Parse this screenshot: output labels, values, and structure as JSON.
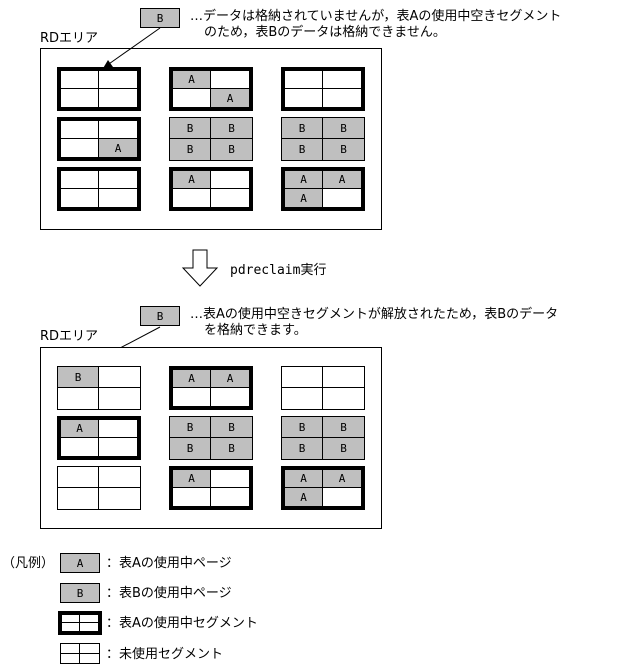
{
  "top": {
    "page_label": "B",
    "note_line1": "…データは格納されていませんが，表Aの使用中空きセグメント",
    "note_line2": "のため，表Bのデータは格納できません。",
    "area_label": "RDエリア",
    "segments": [
      {
        "thick": true,
        "cells": [
          "",
          "",
          "",
          ""
        ]
      },
      {
        "thick": true,
        "cells": [
          "A",
          "",
          "",
          "A"
        ]
      },
      {
        "thick": true,
        "cells": [
          "",
          "",
          "",
          ""
        ]
      },
      {
        "thick": true,
        "cells": [
          "",
          "",
          "",
          "A"
        ]
      },
      {
        "thick": false,
        "cells": [
          "B",
          "B",
          "B",
          "B"
        ]
      },
      {
        "thick": false,
        "cells": [
          "B",
          "B",
          "B",
          "B"
        ]
      },
      {
        "thick": true,
        "cells": [
          "",
          "",
          "",
          ""
        ]
      },
      {
        "thick": true,
        "cells": [
          "A",
          "",
          "",
          ""
        ]
      },
      {
        "thick": true,
        "cells": [
          "A",
          "A",
          "A",
          ""
        ]
      }
    ]
  },
  "transition": {
    "label": "pdreclaim実行"
  },
  "bottom": {
    "page_label": "B",
    "note_line1": "…表Aの使用中空きセグメントが解放されたため，表Bのデータ",
    "note_line2": "を格納できます。",
    "area_label": "RDエリア",
    "segments": [
      {
        "thick": false,
        "cells": [
          "B",
          "",
          "",
          ""
        ]
      },
      {
        "thick": true,
        "cells": [
          "A",
          "A",
          "",
          ""
        ]
      },
      {
        "thick": false,
        "cells": [
          "",
          "",
          "",
          ""
        ]
      },
      {
        "thick": true,
        "cells": [
          "A",
          "",
          "",
          ""
        ]
      },
      {
        "thick": false,
        "cells": [
          "B",
          "B",
          "B",
          "B"
        ]
      },
      {
        "thick": false,
        "cells": [
          "B",
          "B",
          "B",
          "B"
        ]
      },
      {
        "thick": false,
        "cells": [
          "",
          "",
          "",
          ""
        ]
      },
      {
        "thick": true,
        "cells": [
          "A",
          "",
          "",
          ""
        ]
      },
      {
        "thick": true,
        "cells": [
          "A",
          "A",
          "A",
          ""
        ]
      }
    ]
  },
  "legend": {
    "title": "（凡例）",
    "items": [
      {
        "sample": "A",
        "text": "：表Aの使用中ページ"
      },
      {
        "sample": "B",
        "text": "：表Bの使用中ページ"
      },
      {
        "sample": "",
        "text": "：表Aの使用中セグメント"
      },
      {
        "sample": "",
        "text": "：未使用セグメント"
      }
    ]
  }
}
